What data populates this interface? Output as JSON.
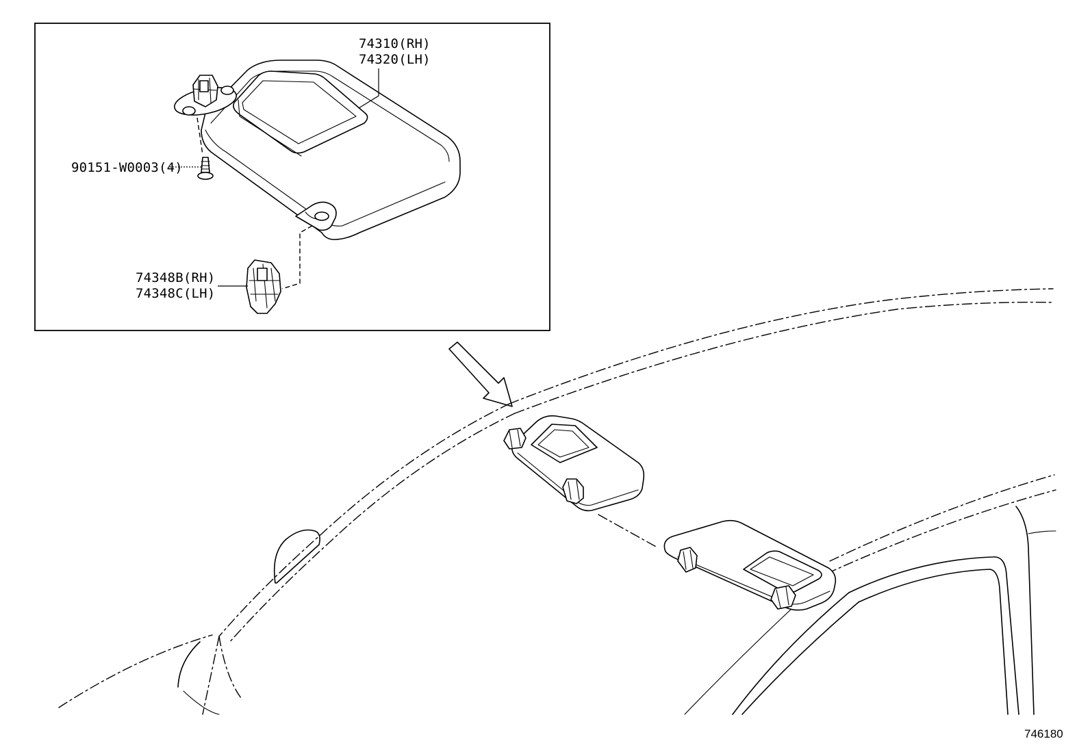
{
  "parts": {
    "visor_rh": "74310(RH)",
    "visor_lh": "74320(LH)",
    "screw": "90151-W0003(4)",
    "holder_rh": "74348B(RH)",
    "holder_lh": "74348C(LH)"
  },
  "drawing_number": "746180",
  "colors": {
    "line": "#000000",
    "background": "#ffffff"
  }
}
